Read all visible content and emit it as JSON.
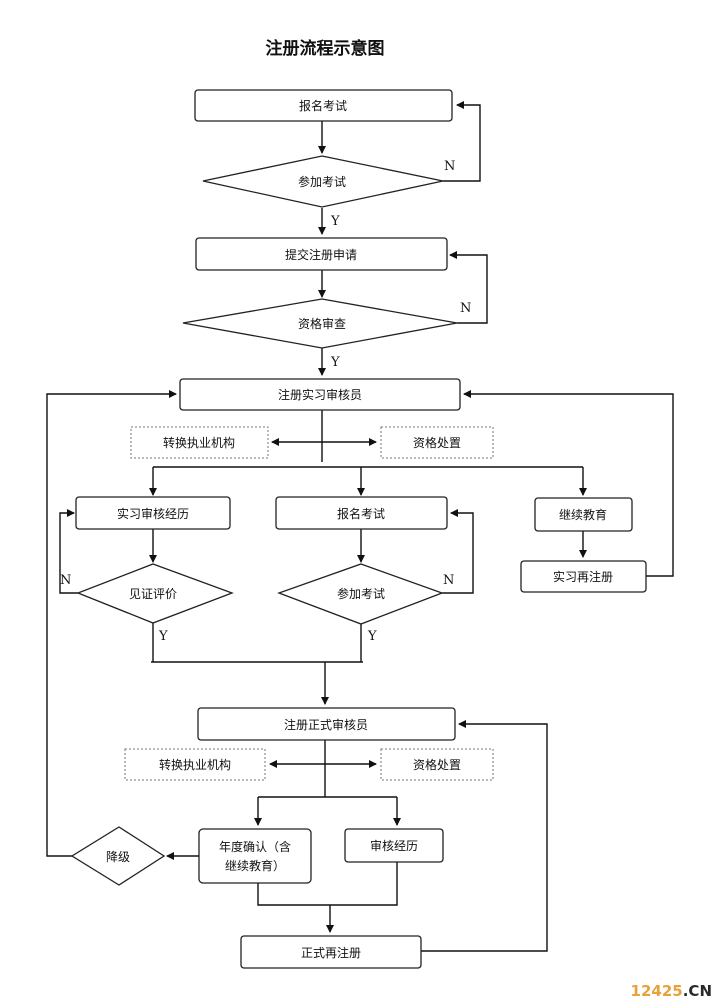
{
  "title": "注册流程示意图",
  "nodes": {
    "signup_exam_1": "报名考试",
    "take_exam_1": "参加考试",
    "submit_app": "提交注册申请",
    "qual_review": "资格审查",
    "reg_intern": "注册实习审核员",
    "transfer_1": "转换执业机构",
    "disposal_1": "资格处置",
    "intern_exp": "实习审核经历",
    "signup_exam_2": "报名考试",
    "cont_edu": "继续教育",
    "witness_eval": "见证评价",
    "take_exam_2": "参加考试",
    "intern_rereg": "实习再注册",
    "reg_formal": "注册正式审核员",
    "transfer_2": "转换执业机构",
    "disposal_2": "资格处置",
    "annual_confirm_l1": "年度确认（含",
    "annual_confirm_l2": "继续教育）",
    "audit_exp": "审核经历",
    "downgrade": "降级",
    "formal_rereg": "正式再注册"
  },
  "edge_labels": {
    "n1": "N",
    "y1": "Y",
    "n2": "N",
    "y2": "Y",
    "n3": "N",
    "y3": "Y",
    "n4": "N",
    "y4": "Y"
  },
  "watermark": {
    "num": "12425",
    "dom": ".CN",
    "num_color": "#e8a23a",
    "dom_color": "#2a2a2a"
  },
  "colors": {
    "line": "#111111",
    "dashed_border": "#777777"
  }
}
